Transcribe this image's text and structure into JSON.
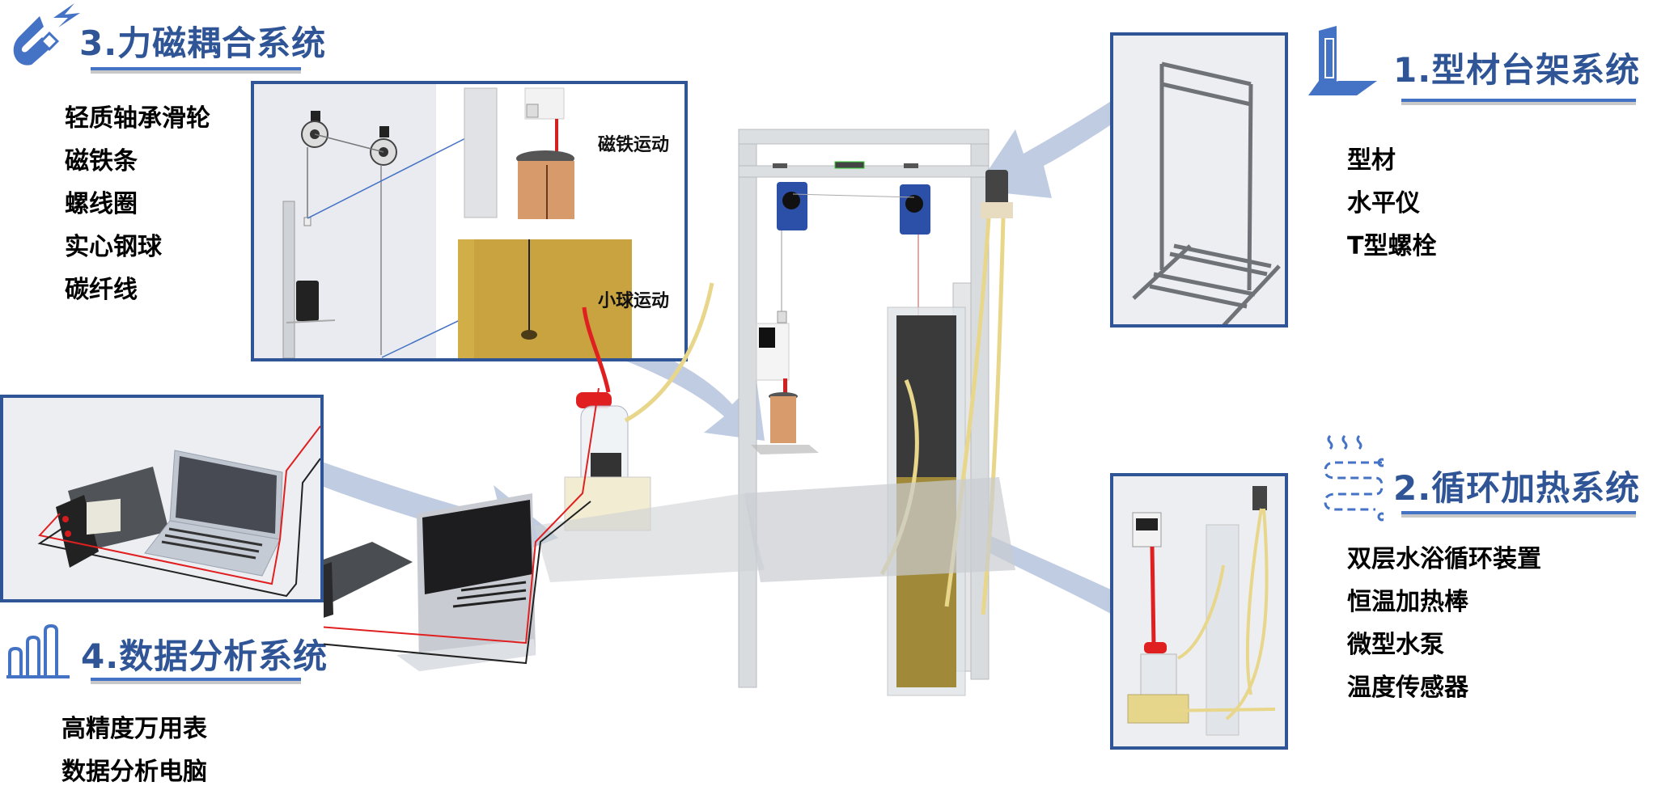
{
  "sections": {
    "force_magnetic": {
      "title": "3.力磁耦合系统",
      "icon": "magnet-icon",
      "items": [
        "轻质轴承滑轮",
        "磁铁条",
        "螺线圈",
        "实心钢球",
        "碳纤线"
      ],
      "panel_labels": {
        "magnet_motion": "磁铁运动",
        "ball_motion": "小球运动"
      }
    },
    "frame": {
      "title": "1.型材台架系统",
      "icon": "frame-icon",
      "items": [
        "型材",
        "水平仪",
        "T型螺栓"
      ]
    },
    "heating": {
      "title": "2.循环加热系统",
      "icon": "heating-coil-icon",
      "items": [
        "双层水浴循环装置",
        "恒温加热棒",
        "微型水泵",
        "温度传感器"
      ]
    },
    "data": {
      "title": "4.数据分析系统",
      "icon": "bar-chart-icon",
      "items": [
        "高精度万用表",
        "数据分析电脑"
      ]
    }
  },
  "colors": {
    "heading": "#2f5597",
    "accent": "#4472c4",
    "panel_border": "#2f5597",
    "arrow": "#b4c3dc",
    "wire_red": "#e02020",
    "tube_yellow": "#e8d68a",
    "oil": "#b8952e"
  }
}
